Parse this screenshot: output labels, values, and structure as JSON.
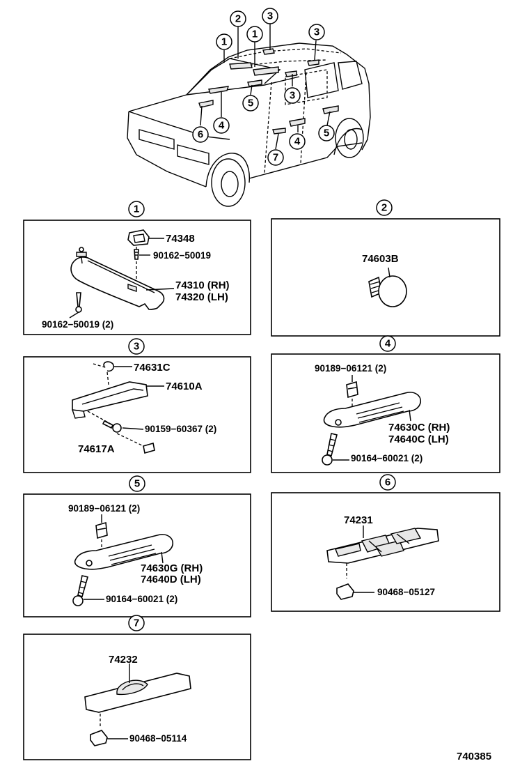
{
  "car_callouts": [
    "2",
    "3",
    "1",
    "1",
    "3",
    "3",
    "5",
    "4",
    "6",
    "5",
    "4",
    "7"
  ],
  "panels": {
    "p1": {
      "id": "1",
      "labels": [
        "74348",
        "90162−50019",
        "74310 (RH)",
        "74320 (LH)",
        "90162−50019 (2)"
      ]
    },
    "p2": {
      "id": "2",
      "labels": [
        "74603B"
      ]
    },
    "p3": {
      "id": "3",
      "labels": [
        "74631C",
        "74610A",
        "90159−60367 (2)",
        "74617A"
      ]
    },
    "p4": {
      "id": "4",
      "labels": [
        "90189−06121 (2)",
        "74630C (RH)",
        "74640C (LH)",
        "90164−60021 (2)"
      ]
    },
    "p5": {
      "id": "5",
      "labels": [
        "90189−06121 (2)",
        "74630G (RH)",
        "74640D (LH)",
        "90164−60021 (2)"
      ]
    },
    "p6": {
      "id": "6",
      "labels": [
        "74231",
        "90468−05127"
      ]
    },
    "p7": {
      "id": "7",
      "labels": [
        "74232",
        "90468−05114"
      ]
    }
  },
  "diagram_code": "740385"
}
